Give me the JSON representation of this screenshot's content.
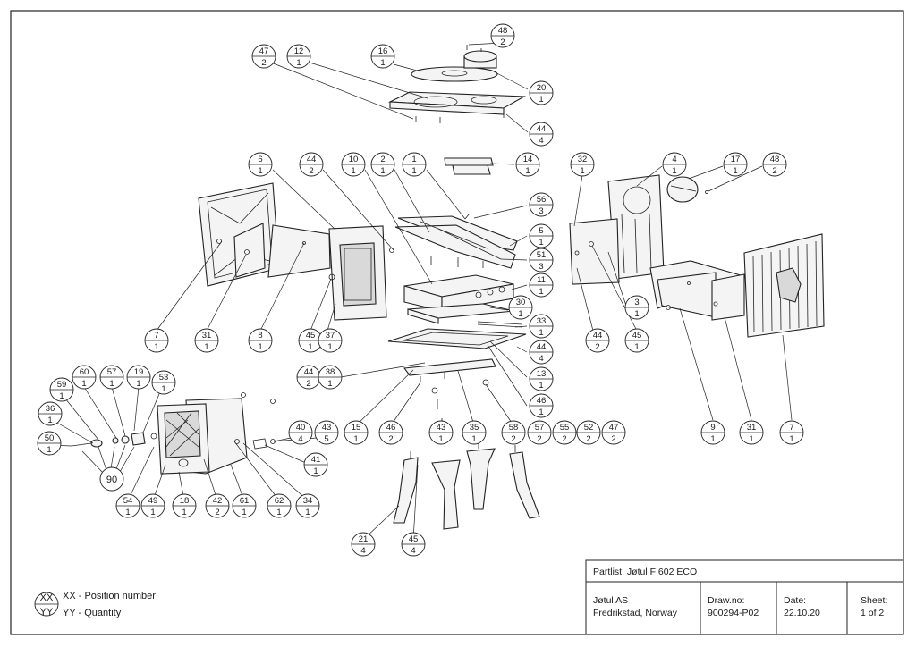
{
  "title_block": {
    "title": "Partlist. Jøtul F 602 ECO",
    "company_line1": "Jøtul AS",
    "company_line2": "Fredrikstad, Norway",
    "drawno_label": "Draw.no:",
    "drawno_value": "900294-P02",
    "date_label": "Date:",
    "date_value": "22.10.20",
    "sheet_label": "Sheet:",
    "sheet_value": "1 of 2"
  },
  "legend": {
    "top_symbol": "XX",
    "bottom_symbol": "YY",
    "top_text": "XX - Position number",
    "bottom_text": "YY - Quantity"
  },
  "group_label": "90",
  "balloons": [
    {
      "pos": "48",
      "qty": "2"
    },
    {
      "pos": "47",
      "qty": "2"
    },
    {
      "pos": "12",
      "qty": "1"
    },
    {
      "pos": "16",
      "qty": "1"
    },
    {
      "pos": "20",
      "qty": "1"
    },
    {
      "pos": "44",
      "qty": "4"
    },
    {
      "pos": "6",
      "qty": "1"
    },
    {
      "pos": "44",
      "qty": "2"
    },
    {
      "pos": "10",
      "qty": "1"
    },
    {
      "pos": "2",
      "qty": "1"
    },
    {
      "pos": "1",
      "qty": "1"
    },
    {
      "pos": "14",
      "qty": "1"
    },
    {
      "pos": "56",
      "qty": "3"
    },
    {
      "pos": "5",
      "qty": "1"
    },
    {
      "pos": "51",
      "qty": "3"
    },
    {
      "pos": "11",
      "qty": "1"
    },
    {
      "pos": "30",
      "qty": "1"
    },
    {
      "pos": "33",
      "qty": "1"
    },
    {
      "pos": "44",
      "qty": "4"
    },
    {
      "pos": "13",
      "qty": "1"
    },
    {
      "pos": "46",
      "qty": "1"
    },
    {
      "pos": "32",
      "qty": "1"
    },
    {
      "pos": "4",
      "qty": "1"
    },
    {
      "pos": "17",
      "qty": "1"
    },
    {
      "pos": "48",
      "qty": "2"
    },
    {
      "pos": "3",
      "qty": "1"
    },
    {
      "pos": "44",
      "qty": "2"
    },
    {
      "pos": "45",
      "qty": "1"
    },
    {
      "pos": "7",
      "qty": "1"
    },
    {
      "pos": "31",
      "qty": "1"
    },
    {
      "pos": "8",
      "qty": "1"
    },
    {
      "pos": "45",
      "qty": "1"
    },
    {
      "pos": "37",
      "qty": "1"
    },
    {
      "pos": "44",
      "qty": "2"
    },
    {
      "pos": "38",
      "qty": "1"
    },
    {
      "pos": "9",
      "qty": "1"
    },
    {
      "pos": "31",
      "qty": "1"
    },
    {
      "pos": "7",
      "qty": "1"
    },
    {
      "pos": "60",
      "qty": "1"
    },
    {
      "pos": "57",
      "qty": "1"
    },
    {
      "pos": "19",
      "qty": "1"
    },
    {
      "pos": "53",
      "qty": "1"
    },
    {
      "pos": "59",
      "qty": "1"
    },
    {
      "pos": "36",
      "qty": "1"
    },
    {
      "pos": "50",
      "qty": "1"
    },
    {
      "pos": "40",
      "qty": "4"
    },
    {
      "pos": "43",
      "qty": "5"
    },
    {
      "pos": "41",
      "qty": "1"
    },
    {
      "pos": "15",
      "qty": "1"
    },
    {
      "pos": "46",
      "qty": "2"
    },
    {
      "pos": "43",
      "qty": "1"
    },
    {
      "pos": "35",
      "qty": "1"
    },
    {
      "pos": "58",
      "qty": "2"
    },
    {
      "pos": "57",
      "qty": "2"
    },
    {
      "pos": "55",
      "qty": "2"
    },
    {
      "pos": "52",
      "qty": "2"
    },
    {
      "pos": "47",
      "qty": "2"
    },
    {
      "pos": "54",
      "qty": "1"
    },
    {
      "pos": "49",
      "qty": "1"
    },
    {
      "pos": "18",
      "qty": "1"
    },
    {
      "pos": "42",
      "qty": "2"
    },
    {
      "pos": "61",
      "qty": "1"
    },
    {
      "pos": "62",
      "qty": "1"
    },
    {
      "pos": "34",
      "qty": "1"
    },
    {
      "pos": "21",
      "qty": "4"
    },
    {
      "pos": "45",
      "qty": "4"
    }
  ]
}
